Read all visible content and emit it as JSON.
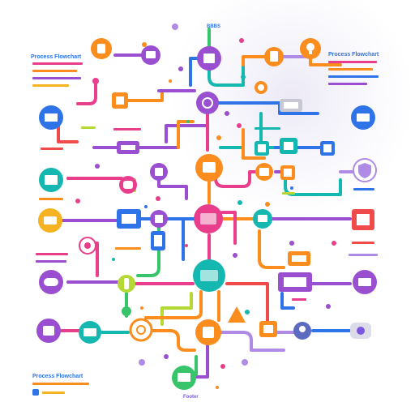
{
  "labels": {
    "top_center": "BBBS",
    "left_header": "Process Flowchart",
    "right_header": "Process Flowchart",
    "bottom_title": "Process Flowchart",
    "bottom_center": "Footer"
  },
  "colors": {
    "pink": "#e83e8c",
    "orange": "#fb8c1e",
    "purple": "#9a4fd0",
    "violet": "#7b57e0",
    "blue": "#2f73e8",
    "teal": "#14b8b0",
    "green": "#37c46b",
    "lime": "#b4d834",
    "yellow": "#f5b321",
    "red": "#ef4b4b",
    "light_purple": "#b08be6"
  },
  "nodes": [
    {
      "id": "n-top-orange",
      "icon": "flask-icon",
      "color": "orange"
    },
    {
      "id": "n-top-purple-a",
      "icon": "document-icon",
      "color": "purple"
    },
    {
      "id": "n-top-purple-b",
      "icon": "archive-icon",
      "color": "purple"
    },
    {
      "id": "n-top-orange-b",
      "icon": "clipboard-icon",
      "color": "orange"
    },
    {
      "id": "n-top-right-orange",
      "icon": "bulb-icon",
      "color": "orange"
    },
    {
      "id": "n-left-blue",
      "icon": "chart-icon",
      "color": "blue"
    },
    {
      "id": "n-center-purple",
      "icon": "gear-icon",
      "color": "purple"
    },
    {
      "id": "n-right-blue",
      "icon": "server-icon",
      "color": "blue"
    },
    {
      "id": "n-center-orange",
      "icon": "folder-icon",
      "color": "orange"
    },
    {
      "id": "n-left-teal",
      "icon": "calendar-icon",
      "color": "teal"
    },
    {
      "id": "n-left-pink",
      "icon": "cart-icon",
      "color": "pink"
    },
    {
      "id": "n-center-pink",
      "icon": "globe-icon",
      "color": "pink"
    },
    {
      "id": "n-right-orange",
      "icon": "calendar-icon",
      "color": "orange"
    },
    {
      "id": "n-right-purple",
      "icon": "shield-icon",
      "color": "light_purple"
    },
    {
      "id": "n-left-yellow",
      "icon": "package-icon",
      "color": "yellow"
    },
    {
      "id": "n-right-red",
      "icon": "bank-icon",
      "color": "red"
    },
    {
      "id": "n-center-teal",
      "icon": "users-icon",
      "color": "teal"
    },
    {
      "id": "n-left-purple",
      "icon": "cloud-icon",
      "color": "purple"
    },
    {
      "id": "n-right-purple-b",
      "icon": "laptop-icon",
      "color": "purple"
    },
    {
      "id": "n-bottom-purple",
      "icon": "briefcase-icon",
      "color": "purple"
    },
    {
      "id": "n-bottom-teal",
      "icon": "mail-icon",
      "color": "teal"
    },
    {
      "id": "n-bottom-orange-ring",
      "icon": "chat-icon",
      "color": "orange"
    },
    {
      "id": "n-bottom-orange",
      "icon": "database-icon",
      "color": "orange"
    },
    {
      "id": "n-bottom-gray",
      "icon": "person-icon",
      "color": "blue"
    },
    {
      "id": "n-bottom-green",
      "icon": "monitor-icon",
      "color": "green"
    },
    {
      "id": "n-bottom-right",
      "icon": "camera-icon",
      "color": "violet"
    }
  ]
}
